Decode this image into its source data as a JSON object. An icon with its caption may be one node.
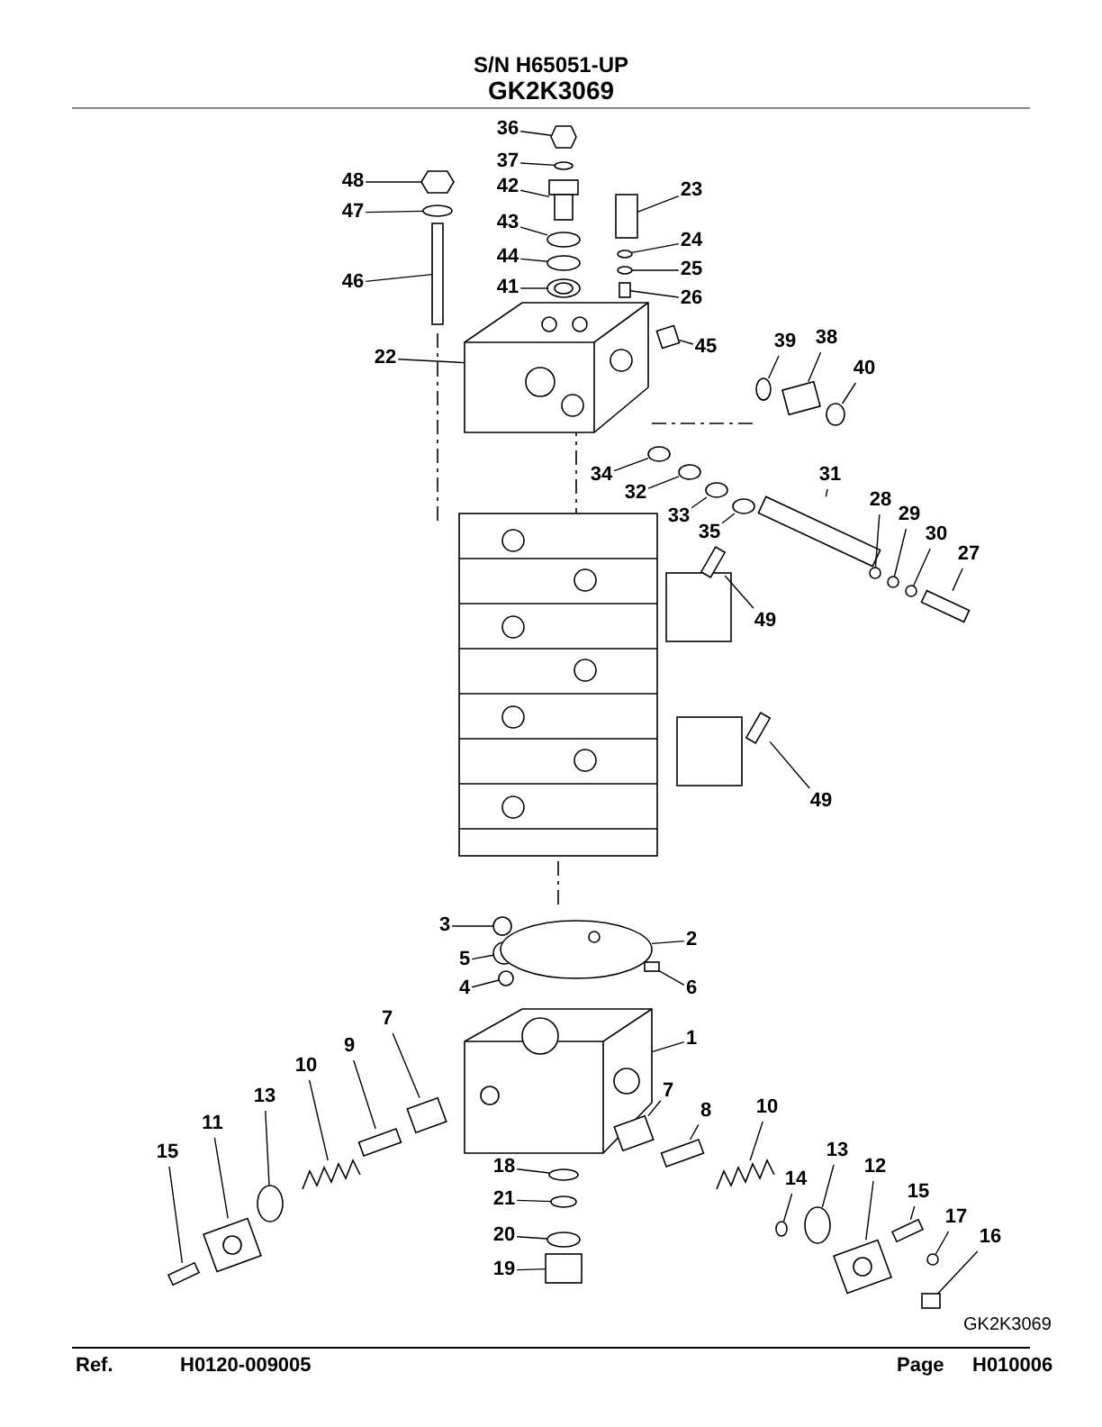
{
  "diagram": {
    "title": "S/N H65051-UP",
    "nodes": [
      {
        "text": [
          "36"
        ]
      },
      {
        "text": [
          "37"
        ]
      },
      {
        "text": [
          "42"
        ]
      },
      {
        "text": [
          "43"
        ]
      },
      {
        "text": [
          "44"
        ]
      },
      {
        "text": [
          "41"
        ]
      },
      {
        "text": [
          "48"
        ]
      },
      {
        "text": [
          "47"
        ]
      },
      {
        "text": [
          "46"
        ]
      },
      {
        "text": [
          "22"
        ]
      },
      {
        "text": [
          "23"
        ]
      },
      {
        "text": [
          "24"
        ]
      },
      {
        "text": [
          "25"
        ]
      },
      {
        "text": [
          "26"
        ]
      },
      {
        "text": [
          "45"
        ]
      },
      {
        "text": [
          "39"
        ]
      },
      {
        "text": [
          "38"
        ]
      },
      {
        "text": [
          "40"
        ]
      },
      {
        "text": [
          "34"
        ]
      },
      {
        "text": [
          "32"
        ]
      },
      {
        "text": [
          "33"
        ]
      },
      {
        "text": [
          "35"
        ]
      },
      {
        "text": [
          "31"
        ]
      },
      {
        "text": [
          "28"
        ]
      },
      {
        "text": [
          "29"
        ]
      },
      {
        "text": [
          "30"
        ]
      },
      {
        "text": [
          "27"
        ]
      },
      {
        "text": [
          "49"
        ]
      },
      {
        "text": [
          "49"
        ]
      },
      {
        "text": [
          "3"
        ]
      },
      {
        "text": [
          "5"
        ]
      },
      {
        "text": [
          "4"
        ]
      },
      {
        "text": [
          "2"
        ]
      },
      {
        "text": [
          "6"
        ]
      },
      {
        "text": [
          "1"
        ]
      },
      {
        "text": [
          "7"
        ]
      },
      {
        "text": [
          "9"
        ]
      },
      {
        "text": [
          "10"
        ]
      },
      {
        "text": [
          "13"
        ]
      },
      {
        "text": [
          "11"
        ]
      },
      {
        "text": [
          "15"
        ]
      },
      {
        "text": [
          "7"
        ]
      },
      {
        "text": [
          "8"
        ]
      },
      {
        "text": [
          "10"
        ]
      },
      {
        "text": [
          "14"
        ]
      },
      {
        "text": [
          "13"
        ]
      },
      {
        "text": [
          "12"
        ]
      },
      {
        "text": [
          "15"
        ]
      },
      {
        "text": [
          "17"
        ]
      },
      {
        "text": [
          "16"
        ]
      },
      {
        "text": [
          "18"
        ]
      },
      {
        "text": [
          "21"
        ]
      },
      {
        "text": [
          "20"
        ]
      },
      {
        "text": [
          "19"
        ]
      },
      {
        "text": [],
        "shape": "hexagon"
      },
      {
        "text": [],
        "shape": "circle"
      },
      {
        "text": [],
        "shape": "picture"
      },
      {
        "text": [],
        "shape": "circle"
      },
      {
        "text": [],
        "shape": "circle"
      },
      {
        "text": [],
        "shape": "picture"
      },
      {
        "text": [],
        "shape": "hexagon"
      },
      {
        "text": [],
        "shape": "circle"
      },
      {
        "text": [],
        "shape": "box"
      },
      {
        "text": [],
        "shape": "picture"
      },
      {
        "text": [],
        "shape": "box"
      },
      {
        "text": [],
        "shape": "circle"
      },
      {
        "text": [],
        "shape": "circle"
      },
      {
        "text": [],
        "shape": "box"
      },
      {
        "text": [],
        "shape": "box"
      },
      {
        "text": [],
        "shape": "circle"
      },
      {
        "text": [],
        "shape": "box"
      },
      {
        "text": [],
        "shape": "circle"
      },
      {
        "text": [],
        "shape": "circle"
      },
      {
        "text": [],
        "shape": "circle"
      },
      {
        "text": [],
        "shape": "circle"
      },
      {
        "text": [],
        "shape": "circle"
      },
      {
        "text": [],
        "shape": "box"
      },
      {
        "text": [],
        "shape": "circle"
      },
      {
        "text": [],
        "shape": "circle"
      },
      {
        "text": [],
        "shape": "circle"
      },
      {
        "text": [],
        "shape": "box"
      },
      {
        "text": [],
        "shape": "box"
      },
      {
        "text": [],
        "shape": "box"
      },
      {
        "text": [],
        "shape": "circle"
      },
      {
        "text": [],
        "shape": "circle"
      },
      {
        "text": [],
        "shape": "circle"
      },
      {
        "text": [],
        "shape": "picture"
      },
      {
        "text": [],
        "shape": "box"
      },
      {
        "text": [],
        "shape": "picture"
      },
      {
        "text": [],
        "shape": "box"
      },
      {
        "text": [],
        "shape": "box"
      },
      {
        "text": [],
        "shape": "picture"
      },
      {
        "text": [],
        "shape": "circle"
      },
      {
        "text": [],
        "shape": "picture"
      },
      {
        "text": [],
        "shape": "box"
      },
      {
        "text": [],
        "shape": "box"
      },
      {
        "text": [],
        "shape": "box"
      },
      {
        "text": [],
        "shape": "picture"
      },
      {
        "text": [],
        "shape": "circle"
      },
      {
        "text": [],
        "shape": "circle"
      },
      {
        "text": [],
        "shape": "picture"
      },
      {
        "text": [],
        "shape": "box"
      },
      {
        "text": [],
        "shape": "circle"
      },
      {
        "text": [],
        "shape": "box"
      },
      {
        "text": [],
        "shape": "circle"
      },
      {
        "text": [],
        "shape": "circle"
      },
      {
        "text": [],
        "shape": "circle"
      },
      {
        "text": [],
        "shape": "box"
      }
    ],
    "edges": [
      {
        "from": 0,
        "to": 54,
        "arrow": "none"
      },
      {
        "from": 1,
        "to": 55,
        "arrow": "none"
      },
      {
        "from": 2,
        "to": 56,
        "arrow": "none"
      },
      {
        "from": 3,
        "to": 57,
        "arrow": "none"
      },
      {
        "from": 4,
        "to": 58,
        "arrow": "none"
      },
      {
        "from": 5,
        "to": 59,
        "arrow": "none"
      },
      {
        "from": 6,
        "to": 60,
        "arrow": "none"
      },
      {
        "from": 7,
        "to": 61,
        "arrow": "none"
      },
      {
        "from": 8,
        "to": 62,
        "arrow": "none"
      },
      {
        "from": 9,
        "to": 63,
        "arrow": "none"
      },
      {
        "from": 10,
        "to": 64,
        "arrow": "none"
      },
      {
        "from": 11,
        "to": 65,
        "arrow": "none"
      },
      {
        "from": 12,
        "to": 66,
        "arrow": "none"
      },
      {
        "from": 13,
        "to": 67,
        "arrow": "none"
      },
      {
        "from": 14,
        "to": 68,
        "arrow": "none"
      },
      {
        "from": 15,
        "to": 69,
        "arrow": "none"
      },
      {
        "from": 16,
        "to": 70,
        "arrow": "none"
      },
      {
        "from": 17,
        "to": 71,
        "arrow": "none"
      },
      {
        "from": 18,
        "to": 72,
        "arrow": "none"
      },
      {
        "from": 19,
        "to": 73,
        "arrow": "none"
      },
      {
        "from": 20,
        "to": 74,
        "arrow": "none"
      },
      {
        "from": 21,
        "to": 75,
        "arrow": "none"
      },
      {
        "from": 22,
        "to": 76,
        "arrow": "none"
      },
      {
        "from": 23,
        "to": 77,
        "arrow": "none"
      },
      {
        "from": 24,
        "to": 78,
        "arrow": "none"
      },
      {
        "from": 25,
        "to": 79,
        "arrow": "none"
      },
      {
        "from": 26,
        "to": 80,
        "arrow": "none"
      },
      {
        "from": 27,
        "to": 81,
        "arrow": "none"
      },
      {
        "from": 28,
        "to": 82,
        "arrow": "none"
      },
      {
        "from": 29,
        "to": 83,
        "arrow": "none"
      },
      {
        "from": 30,
        "to": 84,
        "arrow": "none"
      },
      {
        "from": 31,
        "to": 85,
        "arrow": "none"
      },
      {
        "from": 32,
        "to": 86,
        "arrow": "none"
      },
      {
        "from": 33,
        "to": 87,
        "arrow": "none"
      },
      {
        "from": 34,
        "to": 88,
        "arrow": "none"
      },
      {
        "from": 35,
        "to": 89,
        "arrow": "none"
      },
      {
        "from": 36,
        "to": 90,
        "arrow": "none"
      },
      {
        "from": 37,
        "to": 91,
        "arrow": "none"
      },
      {
        "from": 38,
        "to": 92,
        "arrow": "none"
      },
      {
        "from": 39,
        "to": 93,
        "arrow": "none"
      },
      {
        "from": 40,
        "to": 94,
        "arrow": "none"
      },
      {
        "from": 41,
        "to": 95,
        "arrow": "none"
      },
      {
        "from": 42,
        "to": 96,
        "arrow": "none"
      },
      {
        "from": 43,
        "to": 97,
        "arrow": "none"
      },
      {
        "from": 44,
        "to": 98,
        "arrow": "none"
      },
      {
        "from": 45,
        "to": 99,
        "arrow": "none"
      },
      {
        "from": 46,
        "to": 100,
        "arrow": "none"
      },
      {
        "from": 47,
        "to": 101,
        "arrow": "none"
      },
      {
        "from": 48,
        "to": 102,
        "arrow": "none"
      },
      {
        "from": 49,
        "to": 103,
        "arrow": "none"
      },
      {
        "from": 50,
        "to": 104,
        "arrow": "none"
      },
      {
        "from": 51,
        "to": 105,
        "arrow": "none"
      },
      {
        "from": 52,
        "to": 106,
        "arrow": "none"
      },
      {
        "from": 53,
        "to": 107,
        "arrow": "none"
      }
    ],
    "labels": [
      "GK2K3069",
      "GK2K3069",
      "Ref.",
      "H0120-009005",
      "Page",
      "H010006"
    ]
  }
}
